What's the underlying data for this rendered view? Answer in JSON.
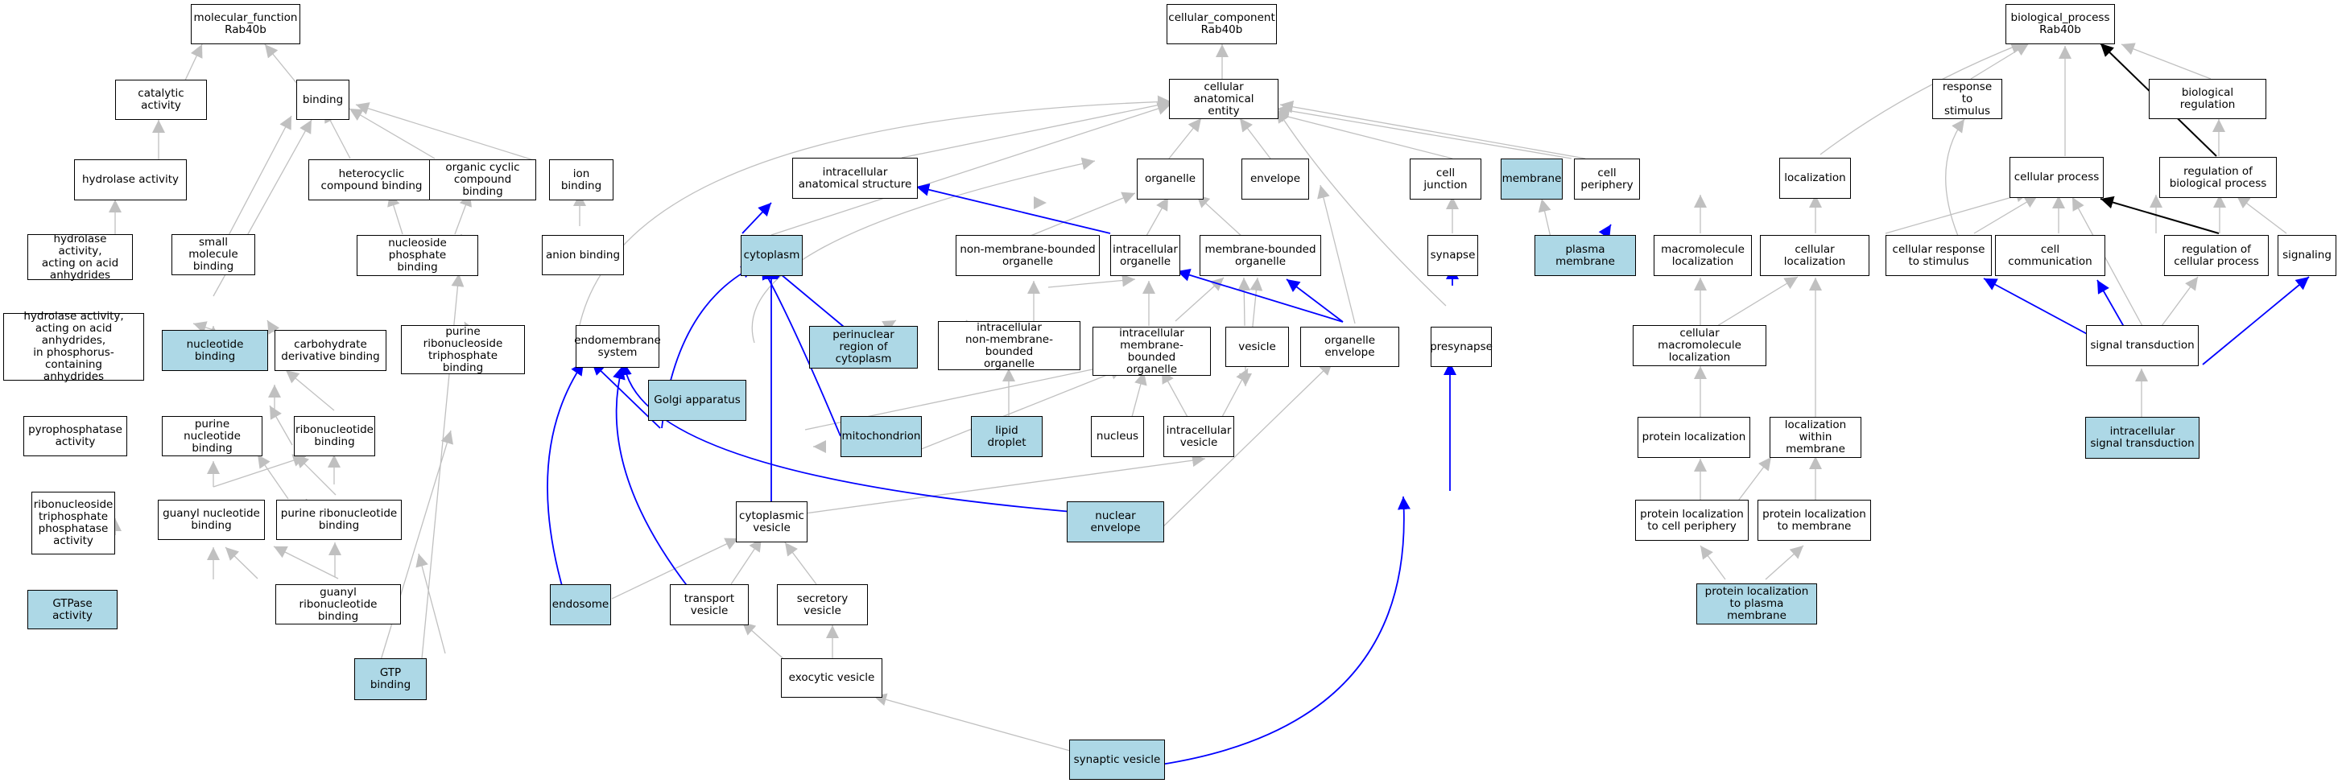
{
  "colors": {
    "highlight": "#add8e6",
    "gray_edge": "#c0c0c0",
    "blue_edge": "#0000ff",
    "black_edge": "#000000"
  },
  "nodes": [
    {
      "id": "mf",
      "label": "molecular_function\nRab40b",
      "hl": false
    },
    {
      "id": "catalytic",
      "label": "catalytic activity",
      "hl": false
    },
    {
      "id": "binding",
      "label": "binding",
      "hl": false
    },
    {
      "id": "hydrolase",
      "label": "hydrolase activity",
      "hl": false
    },
    {
      "id": "hydro_acid",
      "label": "hydrolase activity,\nacting on acid\nanhydrides",
      "hl": false
    },
    {
      "id": "hydro_phos",
      "label": "hydrolase activity,\nacting on acid\nanhydrides,\nin phosphorus-containing\nanhydrides",
      "hl": false
    },
    {
      "id": "pyrophos",
      "label": "pyrophosphatase\nactivity",
      "hl": false
    },
    {
      "id": "rntp",
      "label": "ribonucleoside\ntriphosphate\nphosphatase\nactivity",
      "hl": false
    },
    {
      "id": "gtpase",
      "label": "GTPase activity",
      "hl": true
    },
    {
      "id": "smallmol",
      "label": "small molecule\nbinding",
      "hl": false
    },
    {
      "id": "nucbind",
      "label": "nucleotide binding",
      "hl": true
    },
    {
      "id": "purnuc",
      "label": "purine nucleotide\nbinding",
      "hl": false
    },
    {
      "id": "guanyl",
      "label": "guanyl nucleotide\nbinding",
      "hl": false
    },
    {
      "id": "heterocyclic",
      "label": "heterocyclic\ncompound binding",
      "hl": false
    },
    {
      "id": "organiccyc",
      "label": "organic cyclic\ncompound binding",
      "hl": false
    },
    {
      "id": "ionbind",
      "label": "ion binding",
      "hl": false
    },
    {
      "id": "anion",
      "label": "anion binding",
      "hl": false
    },
    {
      "id": "nucphos",
      "label": "nucleoside phosphate\nbinding",
      "hl": false
    },
    {
      "id": "carbo",
      "label": "carbohydrate\nderivative binding",
      "hl": false
    },
    {
      "id": "ribonuc",
      "label": "ribonucleotide\nbinding",
      "hl": false
    },
    {
      "id": "purribo",
      "label": "purine ribonucleotide\nbinding",
      "hl": false
    },
    {
      "id": "guanylribo",
      "label": "guanyl ribonucleotide\nbinding",
      "hl": false
    },
    {
      "id": "purribotp",
      "label": "purine ribonucleoside\ntriphosphate\nbinding",
      "hl": false
    },
    {
      "id": "gtp",
      "label": "GTP binding",
      "hl": true
    },
    {
      "id": "cc",
      "label": "cellular_component\nRab40b",
      "hl": false
    },
    {
      "id": "cae",
      "label": "cellular anatomical\nentity",
      "hl": false
    },
    {
      "id": "ias",
      "label": "intracellular\nanatomical structure",
      "hl": false
    },
    {
      "id": "organelle",
      "label": "organelle",
      "hl": false
    },
    {
      "id": "envelope",
      "label": "envelope",
      "hl": false
    },
    {
      "id": "celljunc",
      "label": "cell junction",
      "hl": false
    },
    {
      "id": "membrane",
      "label": "membrane",
      "hl": true
    },
    {
      "id": "cellper",
      "label": "cell periphery",
      "hl": false
    },
    {
      "id": "cytoplasm",
      "label": "cytoplasm",
      "hl": true
    },
    {
      "id": "nmbo",
      "label": "non-membrane-bounded\norganelle",
      "hl": false
    },
    {
      "id": "intorg",
      "label": "intracellular\norganelle",
      "hl": false
    },
    {
      "id": "mbo",
      "label": "membrane-bounded\norganelle",
      "hl": false
    },
    {
      "id": "synapse",
      "label": "synapse",
      "hl": false
    },
    {
      "id": "plasmamem",
      "label": "plasma membrane",
      "hl": true
    },
    {
      "id": "endomem",
      "label": "endomembrane\nsystem",
      "hl": false
    },
    {
      "id": "perinuc",
      "label": "perinuclear\nregion of cytoplasm",
      "hl": true
    },
    {
      "id": "intnmbo",
      "label": "intracellular\nnon-membrane-bounded\norganelle",
      "hl": false
    },
    {
      "id": "intmbo",
      "label": "intracellular\nmembrane-bounded\norganelle",
      "hl": false
    },
    {
      "id": "vesicle",
      "label": "vesicle",
      "hl": false
    },
    {
      "id": "orgenv",
      "label": "organelle envelope",
      "hl": false
    },
    {
      "id": "presyn",
      "label": "presynapse",
      "hl": false
    },
    {
      "id": "golgi",
      "label": "Golgi apparatus",
      "hl": true
    },
    {
      "id": "mito",
      "label": "mitochondrion",
      "hl": true
    },
    {
      "id": "lipid",
      "label": "lipid droplet",
      "hl": true
    },
    {
      "id": "nucleus",
      "label": "nucleus",
      "hl": false
    },
    {
      "id": "intves",
      "label": "intracellular\nvesicle",
      "hl": false
    },
    {
      "id": "cytves",
      "label": "cytoplasmic\nvesicle",
      "hl": false
    },
    {
      "id": "nucenv",
      "label": "nuclear envelope",
      "hl": true
    },
    {
      "id": "endosome",
      "label": "endosome",
      "hl": true
    },
    {
      "id": "transves",
      "label": "transport vesicle",
      "hl": false
    },
    {
      "id": "secves",
      "label": "secretory vesicle",
      "hl": false
    },
    {
      "id": "exoves",
      "label": "exocytic vesicle",
      "hl": false
    },
    {
      "id": "synves",
      "label": "synaptic vesicle",
      "hl": true
    },
    {
      "id": "bp",
      "label": "biological_process\nRab40b",
      "hl": false
    },
    {
      "id": "resp",
      "label": "response to\nstimulus",
      "hl": false
    },
    {
      "id": "bioreg",
      "label": "biological regulation",
      "hl": false
    },
    {
      "id": "local",
      "label": "localization",
      "hl": false
    },
    {
      "id": "cellproc",
      "label": "cellular process",
      "hl": false
    },
    {
      "id": "regbio",
      "label": "regulation of\nbiological process",
      "hl": false
    },
    {
      "id": "macroloc",
      "label": "macromolecule\nlocalization",
      "hl": false
    },
    {
      "id": "cellloc",
      "label": "cellular localization",
      "hl": false
    },
    {
      "id": "cellresp",
      "label": "cellular response\nto stimulus",
      "hl": false
    },
    {
      "id": "cellcomm",
      "label": "cell communication",
      "hl": false
    },
    {
      "id": "regcell",
      "label": "regulation of\ncellular process",
      "hl": false
    },
    {
      "id": "signaling",
      "label": "signaling",
      "hl": false
    },
    {
      "id": "cellmacro",
      "label": "cellular macromolecule\nlocalization",
      "hl": false
    },
    {
      "id": "sigtrans",
      "label": "signal transduction",
      "hl": false
    },
    {
      "id": "protloc",
      "label": "protein localization",
      "hl": false
    },
    {
      "id": "locmem",
      "label": "localization\nwithin membrane",
      "hl": false
    },
    {
      "id": "intsig",
      "label": "intracellular\nsignal transduction",
      "hl": true
    },
    {
      "id": "protper",
      "label": "protein localization\nto cell periphery",
      "hl": false
    },
    {
      "id": "protmem",
      "label": "protein localization\nto membrane",
      "hl": false
    },
    {
      "id": "protplasma",
      "label": "protein localization\nto plasma membrane",
      "hl": true
    }
  ]
}
